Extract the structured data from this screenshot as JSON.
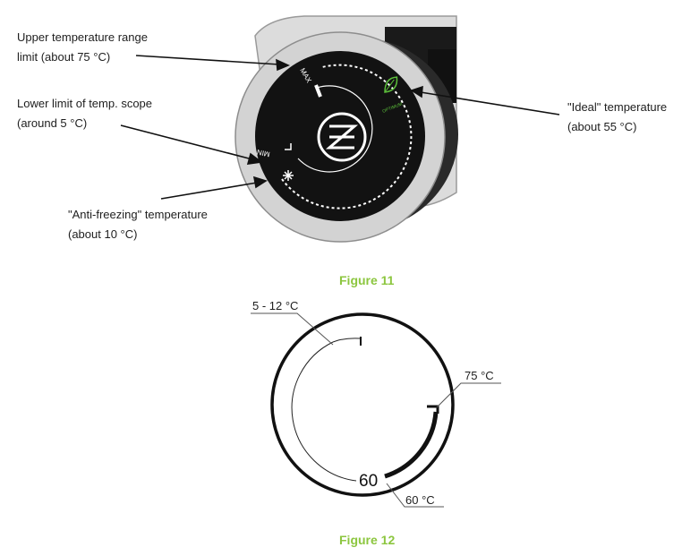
{
  "figure11": {
    "caption": "Figure 11",
    "callouts": {
      "upper_limit": "Upper temperature range\nlimit (about 75 °C)",
      "lower_limit": "Lower limit of temp. scope\n(around 5 °C)",
      "anti_freezing": "\"Anti-freezing\" temperature\n(about 10 °C)",
      "ideal": "\"Ideal\" temperature\n(about 55 °C)"
    },
    "dial_labels": {
      "max": "MAX",
      "min": "MIN",
      "optimum": "OPTIMUM"
    },
    "colors": {
      "dial_face": "#111111",
      "knob_ring": "#cfcfcf",
      "leaf": "#5cbf3b"
    }
  },
  "figure12": {
    "caption": "Figure 12",
    "labels": {
      "low_range": "5 - 12 °C",
      "high": "75 °C",
      "mid": "60 °C",
      "center_value": "60"
    }
  },
  "colors": {
    "caption": "#8cc63f"
  }
}
